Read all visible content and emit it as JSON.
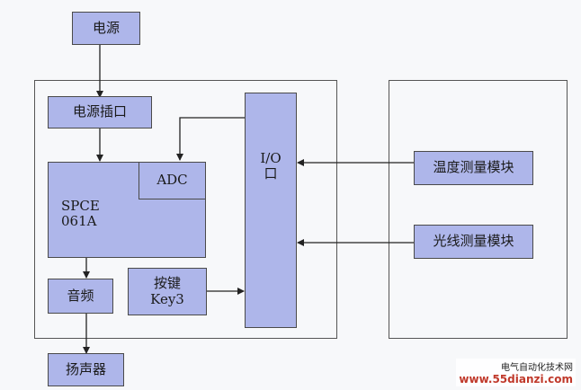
{
  "blocks": {
    "power": "电源",
    "power_socket": "电源插口",
    "adc": "ADC",
    "spce_line1": "SPCE",
    "spce_line2": "061A",
    "audio": "音频",
    "key_line1": "按键",
    "key_line2": "Key3",
    "io_line1": "I/O",
    "io_line2": "口",
    "temperature_module": "温度测量模块",
    "light_module": "光线测量模块",
    "speaker": "扬声器"
  },
  "watermark": {
    "line1": "电气自动化技术网",
    "line2": "www.55dianzi.com"
  },
  "colors": {
    "block_fill": "#aeb6ea",
    "border": "#4a4a4a",
    "watermark_url": "#c0392b"
  }
}
